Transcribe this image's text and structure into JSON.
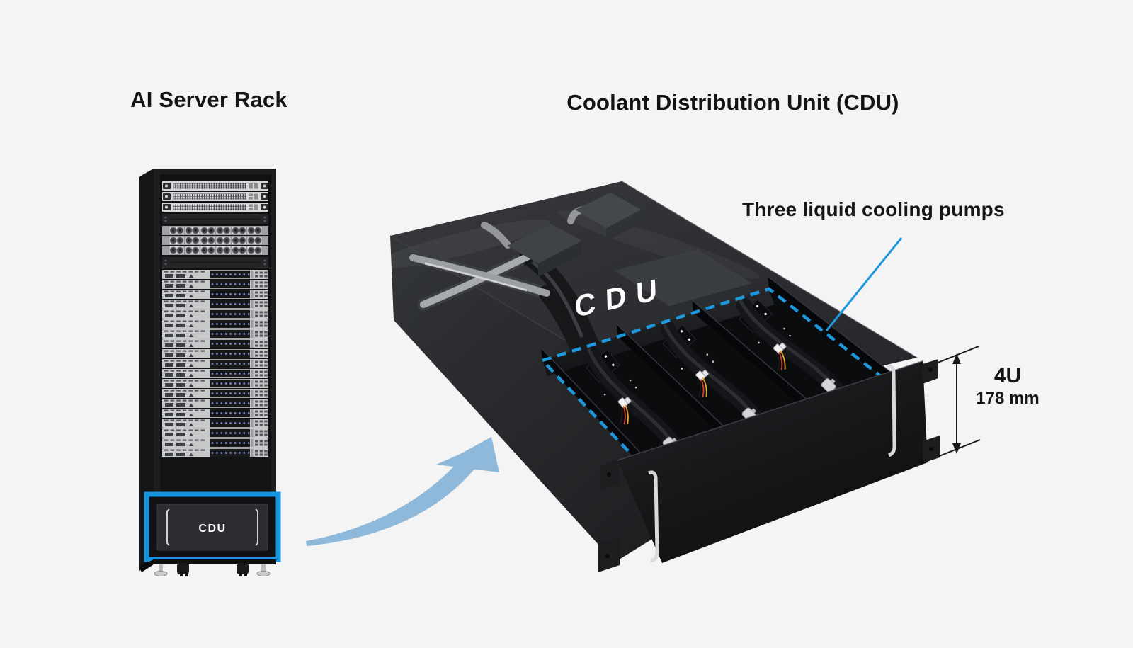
{
  "page": {
    "background": "#f4f4f5"
  },
  "titles": {
    "left": "AI Server Rack",
    "right": "Coolant Distribution Unit (CDU)"
  },
  "rack": {
    "cdu_label": "CDU",
    "switch_rows": 3,
    "fan_rows": 3,
    "fan_cols": 6,
    "server_rows": 19
  },
  "cdu_unit": {
    "label": "CDU",
    "pump_count": 3,
    "pump_annotation": "Three liquid cooling pumps",
    "height_units": "4U",
    "height_mm": "178 mm"
  },
  "colors": {
    "highlight_blue": "#1794de",
    "dashed_blue": "#1e98dc",
    "leader_blue": "#1e98dc",
    "arrow_blue": "#8fb9da",
    "led_blue": "#8087c9",
    "line_black": "#1a1a1a"
  }
}
